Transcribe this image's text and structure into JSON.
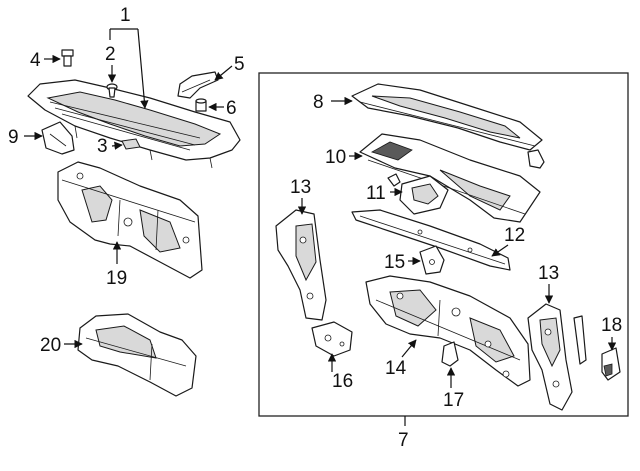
{
  "diagram": {
    "group_box_label": "7",
    "callouts": {
      "c1": "1",
      "c2": "2",
      "c3": "3",
      "c4": "4",
      "c5": "5",
      "c6": "6",
      "c8": "8",
      "c9": "9",
      "c10": "10",
      "c11": "11",
      "c12": "12",
      "c13a": "13",
      "c13b": "13",
      "c14": "14",
      "c15": "15",
      "c16": "16",
      "c17": "17",
      "c18": "18",
      "c19": "19",
      "c20": "20"
    },
    "colors": {
      "line": "#1a1a1a",
      "shade": "#d9d9d9",
      "background": "#ffffff"
    }
  }
}
